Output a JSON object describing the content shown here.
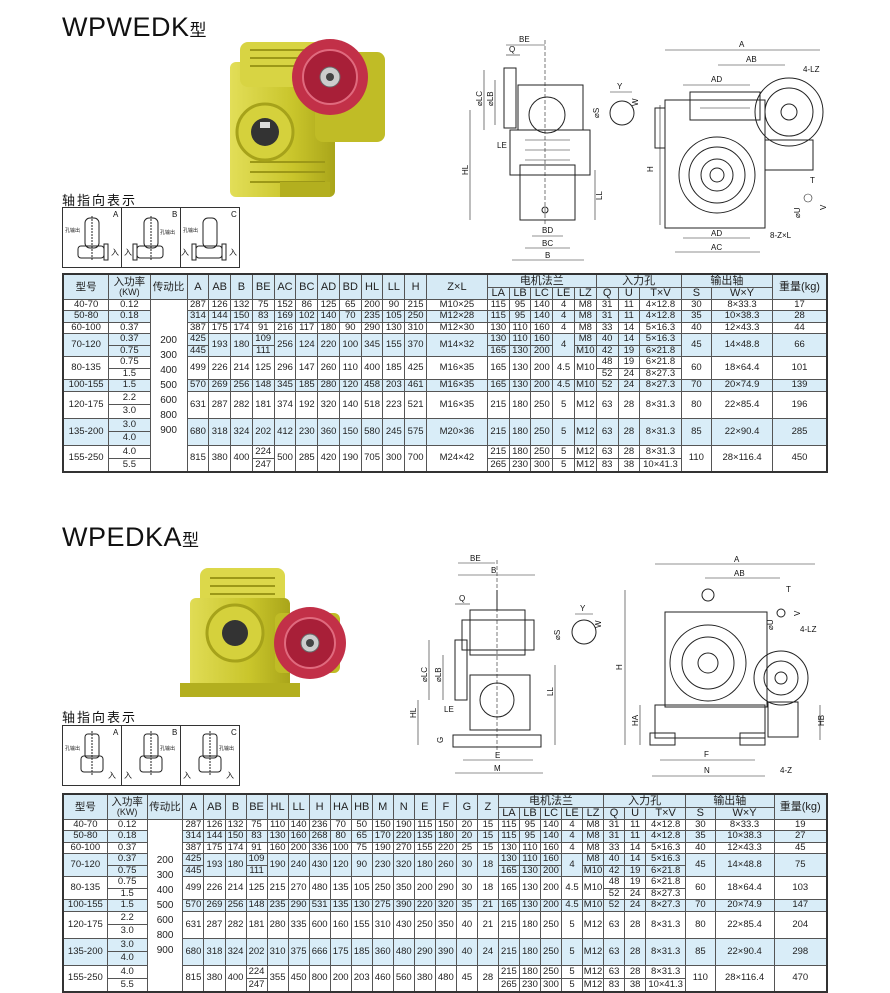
{
  "sections": [
    {
      "title": "WPWEDK",
      "title_suffix": "型",
      "orientation_title": "轴指向表示",
      "orientation_labels": [
        "A",
        "B",
        "C"
      ],
      "orientation_text": {
        "output": "孔输出",
        "input": "入"
      },
      "drawing_labels": {
        "side": [
          "BE",
          "Q",
          "⌀LC",
          "⌀LB",
          "LE",
          "HL",
          "LL",
          "BD",
          "BC",
          "B"
        ],
        "shaft": [
          "Y",
          "W",
          "⌀S"
        ],
        "front": [
          "A",
          "AB",
          "4-LZ",
          "AD",
          "H",
          "AD",
          "AC",
          "8-Z×L",
          "T",
          "V",
          "⌀U"
        ]
      },
      "table": {
        "group_headers": {
          "motor_flange": "电机法兰",
          "input_bore": "入力孔",
          "output_shaft": "输出轴"
        },
        "headers": [
          "型号",
          "入功率\n(KW)",
          "传动比",
          "A",
          "AB",
          "B",
          "BE",
          "AC",
          "BC",
          "AD",
          "BD",
          "HL",
          "LL",
          "H",
          "Z×L",
          "LA",
          "LB",
          "LC",
          "LE",
          "LZ",
          "Q",
          "U",
          "T×V",
          "S",
          "W×Y",
          "重量(kg)"
        ],
        "ratios": [
          "200",
          "300",
          "400",
          "500",
          "600",
          "800",
          "900"
        ],
        "rows": [
          [
            "40-70",
            "0.12",
            "287",
            "126",
            "132",
            "75",
            "152",
            "86",
            "125",
            "65",
            "200",
            "90",
            "215",
            "M10×25",
            "115",
            "95",
            "140",
            "4",
            "M8",
            "31",
            "11",
            "4×12.8",
            "30",
            "8×33.3",
            "17"
          ],
          [
            "50-80",
            "0.18",
            "314",
            "144",
            "150",
            "83",
            "169",
            "102",
            "140",
            "70",
            "235",
            "105",
            "250",
            "M12×28",
            "115",
            "95",
            "140",
            "4",
            "M8",
            "31",
            "11",
            "4×12.8",
            "35",
            "10×38.3",
            "28"
          ],
          [
            "60-100",
            "0.37",
            "387",
            "175",
            "174",
            "91",
            "216",
            "117",
            "180",
            "90",
            "290",
            "130",
            "310",
            "M12×30",
            "130",
            "110",
            "160",
            "4",
            "M8",
            "33",
            "14",
            "5×16.3",
            "40",
            "12×43.3",
            "44"
          ],
          [
            "70-120",
            [
              "0.37",
              "0.75"
            ],
            [
              "425",
              "445"
            ],
            "193",
            "180",
            [
              "109",
              "111"
            ],
            "256",
            "124",
            "220",
            "100",
            "345",
            "155",
            "370",
            "M14×32",
            [
              "130",
              "165"
            ],
            [
              "110",
              "130"
            ],
            [
              "160",
              "200"
            ],
            "4",
            [
              "M8",
              "M10"
            ],
            [
              "40",
              "42"
            ],
            [
              "14",
              "19"
            ],
            [
              "5×16.3",
              "6×21.8"
            ],
            "45",
            "14×48.8",
            "66"
          ],
          [
            "80-135",
            [
              "0.75",
              "1.5"
            ],
            "499",
            "226",
            "214",
            "125",
            "296",
            "147",
            "260",
            "110",
            "400",
            "185",
            "425",
            "M16×35",
            "165",
            "130",
            "200",
            "4.5",
            "M10",
            [
              "48",
              "52"
            ],
            [
              "19",
              "24"
            ],
            [
              "6×21.8",
              "8×27.3"
            ],
            "60",
            "18×64.4",
            "101"
          ],
          [
            "100-155",
            "1.5",
            "570",
            "269",
            "256",
            "148",
            "345",
            "185",
            "280",
            "120",
            "458",
            "203",
            "461",
            "M16×35",
            "165",
            "130",
            "200",
            "4.5",
            "M10",
            "52",
            "24",
            "8×27.3",
            "70",
            "20×74.9",
            "139"
          ],
          [
            "120-175",
            [
              "2.2",
              "3.0"
            ],
            "631",
            "287",
            "282",
            "181",
            "374",
            "192",
            "320",
            "140",
            "518",
            "223",
            "521",
            "M16×35",
            "215",
            "180",
            "250",
            "5",
            "M12",
            "63",
            "28",
            "8×31.3",
            "80",
            "22×85.4",
            "196"
          ],
          [
            "135-200",
            [
              "3.0",
              "4.0"
            ],
            "680",
            "318",
            "324",
            "202",
            "412",
            "230",
            "360",
            "150",
            "580",
            "245",
            "575",
            "M20×36",
            "215",
            "180",
            "250",
            "5",
            "M12",
            "63",
            "28",
            "8×31.3",
            "85",
            "22×90.4",
            "285"
          ],
          [
            "155-250",
            [
              "4.0",
              "5.5"
            ],
            "815",
            "380",
            "400",
            [
              "224",
              "247"
            ],
            "500",
            "285",
            "420",
            "190",
            "705",
            "300",
            "700",
            "M24×42",
            [
              "215",
              "265"
            ],
            [
              "180",
              "230"
            ],
            [
              "250",
              "300"
            ],
            [
              "5",
              "5"
            ],
            [
              "M12",
              "M12"
            ],
            [
              "63",
              "83"
            ],
            [
              "28",
              "38"
            ],
            [
              "8×31.3",
              "10×41.3"
            ],
            "110",
            "28×116.4",
            "450"
          ]
        ]
      }
    },
    {
      "title": "WPEDKA",
      "title_suffix": "型",
      "orientation_title": "轴指向表示",
      "orientation_labels": [
        "A",
        "B",
        "C"
      ],
      "orientation_text": {
        "output": "孔输出",
        "input": "入"
      },
      "drawing_labels": {
        "side": [
          "BE",
          "B",
          "Q",
          "⌀LC",
          "⌀LB",
          "HL",
          "LE",
          "G",
          "LL",
          "E",
          "M"
        ],
        "shaft": [
          "Y",
          "W",
          "⌀S"
        ],
        "front": [
          "A",
          "AB",
          "T",
          "V",
          "⌀U",
          "4-LZ",
          "H",
          "HA",
          "HB",
          "F",
          "N",
          "4-Z"
        ]
      },
      "table": {
        "group_headers": {
          "motor_flange": "电机法兰",
          "input_bore": "入力孔",
          "output_shaft": "输出轴"
        },
        "headers": [
          "型号",
          "入功率\n(KW)",
          "传动比",
          "A",
          "AB",
          "B",
          "BE",
          "HL",
          "LL",
          "H",
          "HA",
          "HB",
          "M",
          "N",
          "E",
          "F",
          "G",
          "Z",
          "LA",
          "LB",
          "LC",
          "LE",
          "LZ",
          "Q",
          "U",
          "T×V",
          "S",
          "W×Y",
          "重量(kg)"
        ],
        "ratios": [
          "200",
          "300",
          "400",
          "500",
          "600",
          "800",
          "900"
        ],
        "rows": [
          [
            "40-70",
            "0.12",
            "287",
            "126",
            "132",
            "75",
            "110",
            "140",
            "236",
            "70",
            "50",
            "150",
            "190",
            "115",
            "150",
            "20",
            "15",
            "115",
            "95",
            "140",
            "4",
            "M8",
            "31",
            "11",
            "4×12.8",
            "30",
            "8×33.3",
            "19"
          ],
          [
            "50-80",
            "0.18",
            "314",
            "144",
            "150",
            "83",
            "130",
            "160",
            "268",
            "80",
            "65",
            "170",
            "220",
            "135",
            "180",
            "20",
            "15",
            "115",
            "95",
            "140",
            "4",
            "M8",
            "31",
            "11",
            "4×12.8",
            "35",
            "10×38.3",
            "27"
          ],
          [
            "60-100",
            "0.37",
            "387",
            "175",
            "174",
            "91",
            "160",
            "200",
            "336",
            "100",
            "75",
            "190",
            "270",
            "155",
            "220",
            "25",
            "15",
            "130",
            "110",
            "160",
            "4",
            "M8",
            "33",
            "14",
            "5×16.3",
            "40",
            "12×43.3",
            "45"
          ],
          [
            "70-120",
            [
              "0.37",
              "0.75"
            ],
            [
              "425",
              "445"
            ],
            "193",
            "180",
            [
              "109",
              "111"
            ],
            "190",
            "240",
            "430",
            "120",
            "90",
            "230",
            "320",
            "180",
            "260",
            "30",
            "18",
            [
              "130",
              "165"
            ],
            [
              "110",
              "130"
            ],
            [
              "160",
              "200"
            ],
            "4",
            [
              "M8",
              "M10"
            ],
            [
              "40",
              "42"
            ],
            [
              "14",
              "19"
            ],
            [
              "5×16.3",
              "6×21.8"
            ],
            "45",
            "14×48.8",
            "75"
          ],
          [
            "80-135",
            [
              "0.75",
              "1.5"
            ],
            "499",
            "226",
            "214",
            "125",
            "215",
            "270",
            "480",
            "135",
            "105",
            "250",
            "350",
            "200",
            "290",
            "30",
            "18",
            "165",
            "130",
            "200",
            "4.5",
            "M10",
            [
              "48",
              "52"
            ],
            [
              "19",
              "24"
            ],
            [
              "6×21.8",
              "8×27.3"
            ],
            "60",
            "18×64.4",
            "103"
          ],
          [
            "100-155",
            "1.5",
            "570",
            "269",
            "256",
            "148",
            "235",
            "290",
            "531",
            "135",
            "130",
            "275",
            "390",
            "220",
            "320",
            "35",
            "21",
            "165",
            "130",
            "200",
            "4.5",
            "M10",
            "52",
            "24",
            "8×27.3",
            "70",
            "20×74.9",
            "147"
          ],
          [
            "120-175",
            [
              "2.2",
              "3.0"
            ],
            "631",
            "287",
            "282",
            "181",
            "280",
            "335",
            "600",
            "160",
            "155",
            "310",
            "430",
            "250",
            "350",
            "40",
            "21",
            "215",
            "180",
            "250",
            "5",
            "M12",
            "63",
            "28",
            "8×31.3",
            "80",
            "22×85.4",
            "204"
          ],
          [
            "135-200",
            [
              "3.0",
              "4.0"
            ],
            "680",
            "318",
            "324",
            "202",
            "310",
            "375",
            "666",
            "175",
            "185",
            "360",
            "480",
            "290",
            "390",
            "40",
            "24",
            "215",
            "180",
            "250",
            "5",
            "M12",
            "63",
            "28",
            "8×31.3",
            "85",
            "22×90.4",
            "298"
          ],
          [
            "155-250",
            [
              "4.0",
              "5.5"
            ],
            "815",
            "380",
            "400",
            [
              "224",
              "247"
            ],
            "355",
            "450",
            "800",
            "200",
            "203",
            "460",
            "560",
            "380",
            "480",
            "45",
            "28",
            [
              "215",
              "265"
            ],
            [
              "180",
              "230"
            ],
            [
              "250",
              "300"
            ],
            [
              "5",
              "5"
            ],
            [
              "M12",
              "M12"
            ],
            [
              "63",
              "83"
            ],
            [
              "28",
              "38"
            ],
            [
              "8×31.3",
              "10×41.3"
            ],
            "110",
            "28×116.4",
            "470"
          ]
        ]
      }
    }
  ],
  "colors": {
    "header_bg": "#d6eaf5",
    "band_bg": "#d9edf8",
    "housing": "#cdc830",
    "flange": "#c23048"
  }
}
